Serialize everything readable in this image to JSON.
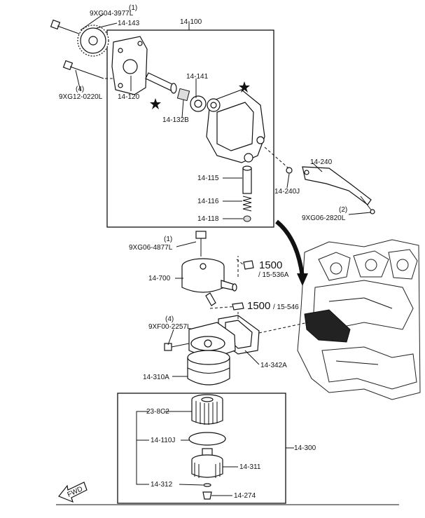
{
  "labels": {
    "l_9xg04_qty": "(1)",
    "l_9xg04": "9XG04-3977L",
    "l_14_143": "14-143",
    "l_14_100": "14-100",
    "l_9xg12_qty": "(4)",
    "l_9xg12": "9XG12-0220L",
    "l_14_120": "14-120",
    "l_14_141": "14-141",
    "l_14_132b": "14-132B",
    "l_14_240": "14-240",
    "l_14_240j": "14-240J",
    "l_14_115": "14-115",
    "l_14_116": "14-116",
    "l_14_118": "14-118",
    "l_9xg06a_qty": "(2)",
    "l_9xg06a": "9XG06-2820L",
    "l_9xg06b_qty": "(1)",
    "l_9xg06b": "9XG06-4877L",
    "l_1500a": "1500",
    "l_15_536a": "/ 15-536A",
    "l_14_700": "14-700",
    "l_1500b": "1500",
    "l_15_546": "/ 15-546",
    "l_9xf00_qty": "(4)",
    "l_9xf00": "9XF00-2257L",
    "l_14_342a": "14-342A",
    "l_14_310a": "14-310A",
    "l_23_8c2": "23-8C2",
    "l_14_110j": "14-110J",
    "l_14_300": "14-300",
    "l_14_311": "14-311",
    "l_14_312": "14-312",
    "l_14_274": "14-274",
    "fwd": "FWD"
  },
  "icons": {
    "star": "star-icon",
    "fwd_arrow": "fwd-arrow-icon"
  }
}
